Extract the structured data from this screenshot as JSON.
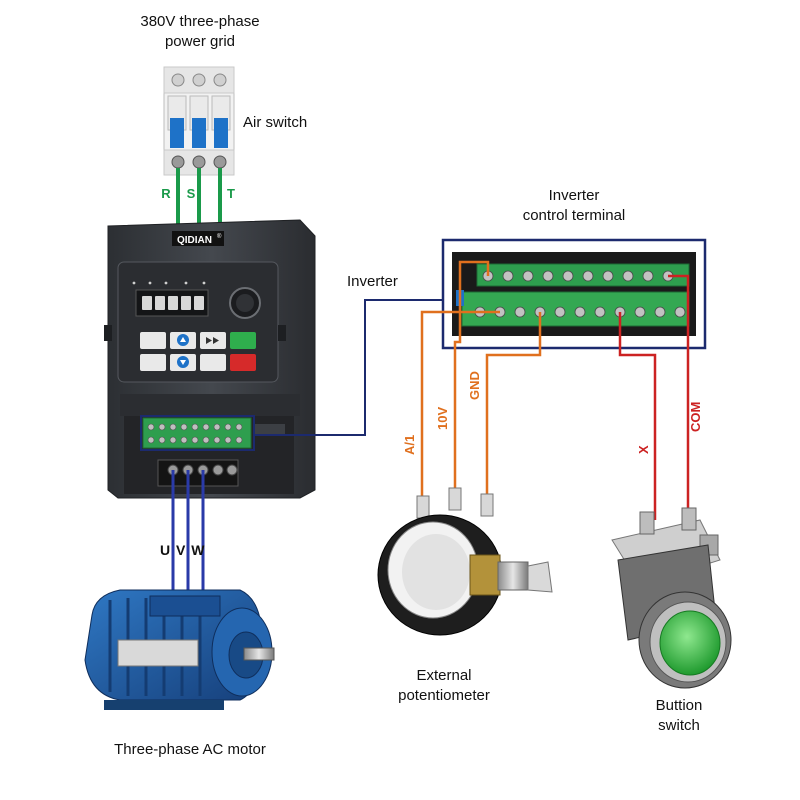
{
  "labels": {
    "grid": [
      "380V three-phase",
      "power grid"
    ],
    "air_switch": "Air switch",
    "inverter": "Inverter",
    "control_terminal": [
      "Inverter",
      "control terminal"
    ],
    "motor": "Three-phase AC motor",
    "potentiometer": [
      "External",
      "potentiometer"
    ],
    "button_switch": [
      "Buttion",
      "switch"
    ]
  },
  "brand": "QIDIAN",
  "brand_mark": "®",
  "input_wires": [
    "R",
    "S",
    "T"
  ],
  "motor_wires": "U V W",
  "signal_wires": {
    "a1": "A/1",
    "v10": "10V",
    "gnd": "GND",
    "x": "X",
    "com": "COM"
  },
  "colors": {
    "input_wire": "#1a9a4a",
    "motor_wire": "#2a3aa8",
    "signal_wire": "#e0701e",
    "button_wire": "#cc2222",
    "frame": "#1c2a6e",
    "inverter_body": "#3a3d42",
    "terminal_green": "#2e9e4e",
    "motor_blue": "#1f5fa8",
    "button_green": "#3cc44a"
  },
  "icons": [
    "lcd-display-icon",
    "knob-icon",
    "up-arrow-icon",
    "down-arrow-icon",
    "fast-forward-icon",
    "run-icon",
    "stop-icon"
  ]
}
